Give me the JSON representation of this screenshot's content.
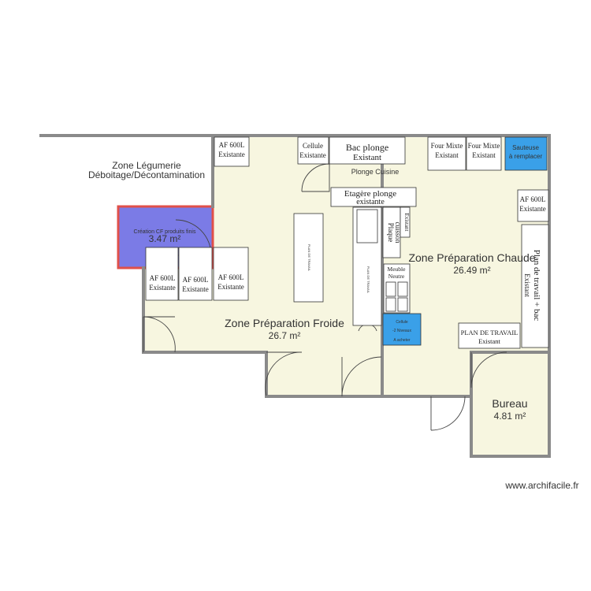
{
  "zones": {
    "legumerie_line1": "Zone Légumerie",
    "legumerie_line2": "Déboitage/Décontamination",
    "cf_label": "Création CF produits finis",
    "cf_area": "3.47 m²",
    "froide_name": "Zone Préparation Froide",
    "froide_area": "26.7 m²",
    "chaude_name": "Zone Préparation Chaude",
    "chaude_area": "26.49 m²",
    "bureau_name": "Bureau",
    "bureau_area": "4.81 m²",
    "plonge_name": "Plonge Cuisine"
  },
  "equipment": {
    "af_line1": "AF 600L",
    "af_line2": "Existante",
    "cellule_line1": "Cellule",
    "cellule_line2": "Existante",
    "bac_plonge_line1": "Bac plonge",
    "bac_plonge_line2": "Existant",
    "four_line1": "Four Mixte",
    "four_line2": "Existant",
    "sauteuse_line1": "Sauteuse",
    "sauteuse_line2": "à remplacer",
    "etagere_line1": "Etagère plonge",
    "etagere_line2": "existante",
    "plan_travail_small": "PLAN DE TRAVAIL",
    "plan_travail_line1": "PLAN DE TRAVAIL",
    "plan_travail_line2": "Existant",
    "plan_travail_bac": "Plan de travail + bac",
    "plan_travail_bac2": "Existant",
    "plaque_line1": "Plaque",
    "plaque_line2": "cuisson",
    "meuble_line1": "Meuble",
    "meuble_line2": "Neutre",
    "cellule_small1": "Cellule",
    "cellule_small2": "-2 Niveaux",
    "cellule_small3": "A acheter",
    "existant_small": "Existant"
  },
  "watermark": "www.archifacile.fr",
  "colors": {
    "floor": "#f7f6e0",
    "cf_fill": "#7b7be6",
    "cf_border": "#e0504a",
    "highlight": "#3aa0e8",
    "wall": "#8a8a8a"
  }
}
